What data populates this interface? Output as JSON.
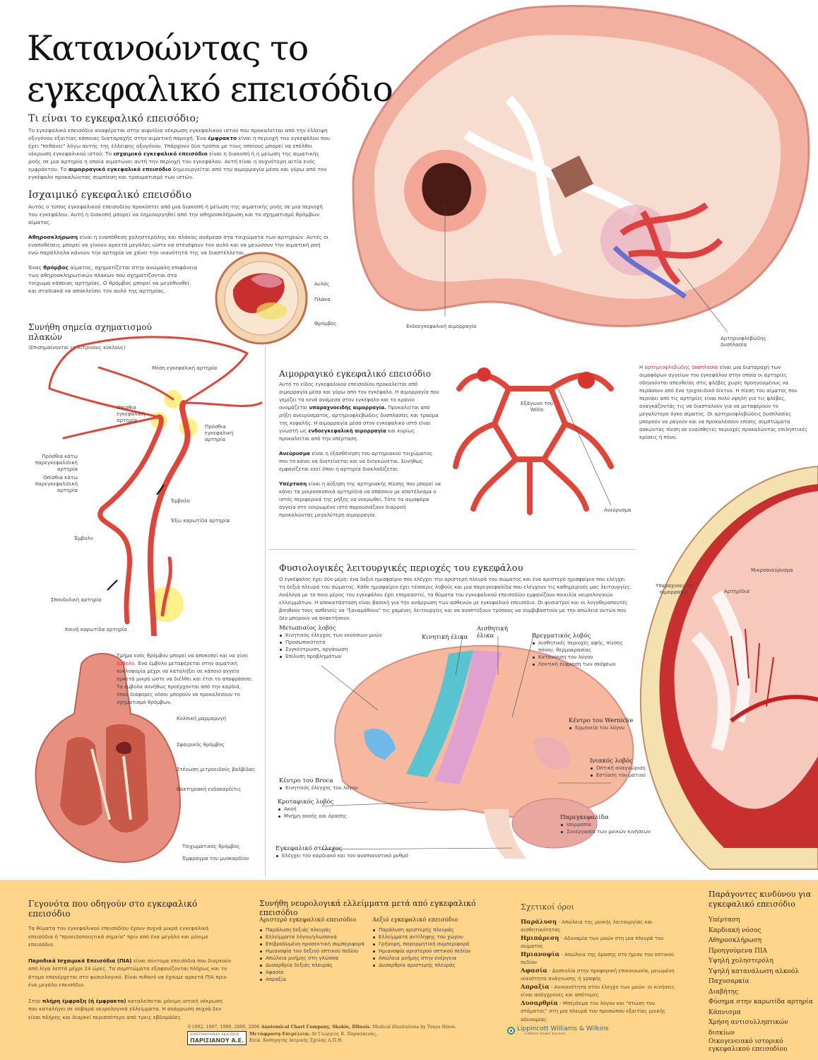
{
  "title": {
    "line1": "Κατανοώντας το",
    "line2": "εγκεφαλικό επεισόδιο"
  },
  "intro": {
    "heading": "Τι είναι το εγκεφαλικό επεισόδιο;",
    "text1": "Το εγκεφαλικό επεισόδιο αναφέρεται στην αιφνίδια νέκρωση εγκεφαλικού ιστού που προκαλείται από την έλλειψη οξυγόνου εξαιτίας κάποιας διαταραχής στην αιματική παροχή. Ένα ",
    "b1": "έμφρακτο",
    "text2": " είναι η περιοχή του εγκεφάλου που έχει \"πεθάνει\" λόγω αυτής της έλλειψης οξυγόνου. Υπάρχουν δύο τρόποι με τους οποίους μπορεί να επέλθει νέκρωση εγκεφαλικού ιστού. Το ",
    "b2": "ισχαιμικό εγκεφαλικό επεισόδιο",
    "text3": " είναι η διακοπή ή η μείωση της αιματικής ροής σε μια αρτηρία η οποία αιματώνει αυτή την περιοχή του εγκεφάλου. Αυτή είναι η συχνότερη αιτία ενός εμφράκτου. Το ",
    "b3": "αιμορραγικό εγκεφαλικό επεισόδιο",
    "text4": " δημιουργείται από την αιμορραγία μέσα και γύρω από τον εγκέφαλο προκαλώντας συμπίεση και τραυματισμό των ιστών."
  },
  "ischemic": {
    "heading": "Ισχαιμικό εγκεφαλικό επεισόδιο",
    "p1": "Αυτός ο τύπος εγκεφαλικού επεισοδίου προκύπτει από μια διακοπή ή μείωση της αιματικής ροής σε μια περιοχή του εγκεφάλου. Αυτή η διακοπή μπορεί να δημιουργηθεί από την αθηροσκλήρωση και το σχηματισμό θρόμβων αίματος.",
    "p2b": "Αθηροσκλήρωση",
    "p2": " είναι η εναπόθεση χοληστερόλης και πλάκας ανάμεσα στα τοιχώματα των αρτηριών. Αυτές οι εναποθέσεις μπορεί να γίνουν αρκετά μεγάλες ώστε να στενέψουν τον αυλό και να μειώσουν την αιματική ροή ενώ παράλληλα κάνουν την αρτηρία να χάνει την ικανότητά της να διαστέλλεται.",
    "p3a": "Ένας ",
    "p3b": "θρόμβος",
    "p3": " αίματος, σχηματίζεται στην ανώμαλη επιφάνεια των αθηροσκληρωτικών πλακών που σχηματίζονται στα τοίχωμα κάποιας αρτηρίας. Ο θρόμβος μπορεί να μεγεθυνθεί και σταδιακά να αποκλείσει τον αυλό της αρτηρίας."
  },
  "artery_section": {
    "labels": [
      "Αυλός",
      "Πλάκα",
      "Θρόμβος"
    ]
  },
  "brain_section": {
    "labels": [
      "Ενδοεγκεφαλική αιμορραγία",
      "Αρτηριοφλεβώδης δυσπλασία"
    ]
  },
  "plaque_sites": {
    "heading": "Συνήθη σημεία σχηματισμού πλακών",
    "note": "(Επισημαίνονται με κίτρινους κύκλους)",
    "labels": [
      "Μέση εγκεφαλική αρτηρία",
      "Οπίσθια εγκεφαλική αρτηρία",
      "Πρόσθια εγκεφαλική αρτηρία",
      "Πρόσθια κάτω παρεγκεφαλιδική αρτηρία",
      "Οπίσθια κάτω παρεγκεφαλιδική αρτηρία",
      "Έμβολο",
      "Έξω καρωτίδα αρτηρία",
      "Έμβολο",
      "Σπονδυλική αρτηρία",
      "Κοινή καρωτίδα αρτηρία"
    ]
  },
  "hemorrhagic": {
    "heading": "Αιμορραγικό εγκεφαλικό επεισόδιο",
    "p1": "Αυτό το είδος εγκεφαλικού επεισοδίου προκαλείται από αιμορραγία μέσα και γύρω από τον εγκέφαλο. Η αιμορραγία που γεμίζει τα κενά ανάμεσα στον εγκέφαλο και το κρανίο ονομάζεται ",
    "b1": "υπαραχνοειδής αιμορραγία.",
    "p1b": " Προκαλείται από ρήξη ανευρύσματος, αρτηριοφλεβώδεις δυσπλασίες και τραύμα της κεφαλής. Η αιμορραγία μέσα στον εγκεφαλικό ιστό είναι γνωστή ως ",
    "b2": "ενδοεγκεφαλική αιμορραγία",
    "p1c": " και κυρίως προκαλείται από την υπέρταση.",
    "b3": "Ανεύρυσμα",
    "p2": " είναι η εξασθένηση του αρτηριακού τοιχώματος που το κάνει να διατείνεται και να διογκώνεται. Συνήθως εμφανίζεται εκεί όπου η αρτηρία διακλαδίζεται.",
    "b4": "Υπέρταση",
    "p3": " είναι η αύξηση της αρτηριακής πίεσης που μπορεί να κάνει τα μικροσκοπικά αρτηρίδια να σπάσουν με αποτέλεσμα ο ιστός περιφερικά της ρήξης να νεκρωθεί. Τότε τα αιμοφόρα αγγεία στο νεκρωμένο ιστό παρουσιάζουν διαρροή προκαλώντας μεγαλύτερη αιμορραγία."
  },
  "willis": {
    "labels": [
      "Εξάγωνο του Willis",
      "Ανεύρυσμα"
    ]
  },
  "avm": {
    "a": "Η ",
    "red": "αρτηριοφλεβώδης δυσπλασία",
    "text": " είναι μια διαταραχή των αιμοφόρων αγγείων του εγκεφάλου στην οποία οι αρτηρίες οδηγούνται απευθείας στις φλέβες χωρίς προηγουμένως να περάσουν από ένα τριχοειδικό δίκτυο. Η πίεση του αίματος που περνάει από τις αρτηρίες είναι πολύ υψηλή για τις φλέβες, αναγκάζοντάς τις να διασταλούν για να μεταφέρουν το μεγαλύτερο όγκο αίματος. Οι αρτηριοφλεβώδεις δυσπλασίες μπορούν να ραγούν και να προκαλέσουν επίσης συμπτώματα ασκώντας πίεση σε ευαίσθητες περιοχές προκαλώντας επιληπτικές κρίσεις ή πόνο."
  },
  "coronal": {
    "labels": [
      "Μικροανεύρυσμα",
      "Αρτηρίδια",
      "Υπαραχνοειδής αιμορραγία"
    ]
  },
  "functional": {
    "heading": "Φυσιολογικές λειτουργικές περιοχές του εγκεφάλου",
    "text": "Ο εγκέφαλος έχει δύο μέρη: ένα δεξιό ημισφαίριο που ελέγχει την αριστερή πλευρά του σώματος και ένα αριστερό ημισφαίριο που ελέγχει τη δεξιά πλευρά του σώματος. Κάθε ημισφαίριο έχει τέσσερις λοβούς και μια παρεγκεφαλίδα που ελέγχουν τις καθημερινές μας λειτουργίες. Ανάλογα με το ποιο μέρος του εγκεφάλου έχει επηρεαστεί, τα θύματα του εγκεφαλικού επεισοδίου εμφανίζουν ποικιλία νευρολογικών ελλειμμάτων. Η αποκατάσταση είναι βασική για την ανάρρωση των ασθενών με εγκεφαλικό επεισόδιο. Οι φυσιατροί και οι λογοθεραπευτές βοηθούν τους ασθενείς να \"ξαναμάθουν\" τις χαμένες λειτουργίες και να αναπτύξουν τρόπους να συμβιβαστούν με την απώλεια αυτών που δεν μπορούν να ανακτήσουν.",
    "frontal": {
      "title": "Μετωπιαίος λοβός",
      "items": [
        "Κινητικός έλεγχος των εκούσιων μυών",
        "Προσωπικότητα",
        "Συγκέντρωση, οργάνωση",
        "Επίλυση προβλημάτων"
      ]
    },
    "motor": "Κινητική έλικα",
    "sensory": "Αισθητική έλικα",
    "parietal": {
      "title": "Βρεγματικός λοβός",
      "items": [
        "Αισθητικές περιοχές αφής, πίεσης πόνου, θερμοκρασίας",
        "Κατανόηση του λόγου",
        "Λεκτική έκφραση των σκέψεων"
      ]
    },
    "wernicke": {
      "title": "Κέντρο του Wernicke",
      "items": [
        "Ερμηνεία του λόγου"
      ]
    },
    "occipital": {
      "title": "Ινιακός λοβός",
      "items": [
        "Οπτική αναγνώριση",
        "Εστίαση του ματιού"
      ]
    },
    "broca": {
      "title": "Κέντρο του Broca",
      "items": [
        "Κινητικός έλεγχος του λόγου"
      ]
    },
    "temporal": {
      "title": "Κροταφικός λοβός",
      "items": [
        "Ακοή",
        "Μνήμη ακοής και όρασης"
      ]
    },
    "cerebellum": {
      "title": "Παρεγκεφαλίδα",
      "items": [
        "Ισορροπία",
        "Συνεργασία των μυικών κινήσεων"
      ]
    },
    "brainstem": {
      "title": "Εγκεφαλικό στέλεχος",
      "items": [
        "Ελέγχει τον καρδιακό και τον αναπνευστικό ρυθμό"
      ]
    }
  },
  "heart": {
    "text1": "Τμήμα ενός θρόμβου μπορεί να αποκοπεί και να γίνει ",
    "red": "έμβολο.",
    "text2": " Ένα έμβολο μεταφέρεται στην αιματική κυκλοφορία μέχρι να καταλήξει σε κάποιο αγγείο αρκετά μικρό ώστε να διέλθει και έτσι το αποφράσσει. Τα έμβολα συνήθως προέρχονται από την καρδιά, όπου διάφορες νόσοι μπορούν να προκαλέσουν το σχηματισμό θρόμβων.",
    "labels": [
      "Κολπική μαρμαρυγή",
      "Σφαιρικός θρόμβος",
      "Στένωση μιτροειδούς βαλβίδας",
      "Βακτηριακή ενδοκαρδίτις",
      "Τοιχωματικός θρόμβος",
      "Έμφραγμα του μυοκαρδίου"
    ]
  },
  "facts": {
    "heading": "Γεγονότα που οδηγούν στο εγκεφαλικό επεισόδιο",
    "p1": "Τα θύματα του εγκεφαλικού επεισοδίου έχουν συχνά μικρά εγκεφαλικά επεισόδια ή \"προειδοποιητικά σημεία\" πριν από ένα μεγάλο και μόνιμο επεισόδιο.",
    "b2": "Παροδικά Ισχαιμικά Επεισόδια (ΠΙΑ)",
    "p2": " είναι σύντομα επεισόδια που διαρκούν από λίγα λεπτά μέχρι 24 ώρες. Τα συμπτώματα εξαφανίζονται πλήρως και το άτομο επανέρχεται στο φυσιολογικό. Είναι πιθανό να έχουμε αρκετά ΠΙΑ πριν ένα μεγάλο επεισόδιο.",
    "a3": "Στην ",
    "b3": "πλήρη έμφραξη (ή έμφρακτο)",
    "p3": " καταλείπεται μόνιμη ιστική νέκρωση που καταλήγει σε σοβαρά νευρολογικά ελλείμματα. Η ανάρρωση συχνά δεν είναι πλήρης και διαρκεί περισσότερο από τρεις εβδομάδες."
  },
  "deficits": {
    "heading": "Συνήθη νευρολογικά ελλείμματα μετά από εγκεφαλικό επεισόδιο",
    "left": {
      "title": "Αριστερό εγκεφαλικό επεισόδιο",
      "items": [
        "Παράλυση δεξιάς πλευράς",
        "Ελλείμματα λόγου/γλωσσικά",
        "Επιβραδυμένη προσεκτική συμπεριφορά",
        "Ημιανοψία του δεξιού οπτικού πεδίου",
        "Απώλεια μνήμης στη γλώσσα",
        "Δυσαρθρία δεξιάς πλευράς",
        "Αφασία",
        "Απραξία"
      ]
    },
    "right": {
      "title": "Δεξιό εγκεφαλικό επεισόδιο",
      "items": [
        "Παράλυση αριστερής πλευράς",
        "Ελλείμματα αντίληψης του χώρου",
        "Γρήγορη, παρορμητική συμπεριφορά",
        "Ημιανοψία αριστερού οπτικού πεδίου",
        "Απώλεια μνήμης στην ενέργεια",
        "Δυσαρθρία αριστερής πλευράς"
      ]
    }
  },
  "terms": {
    "heading": "Σχετικοί όροι",
    "items": [
      {
        "term": "Παράλυση",
        "def": " - Απώλεια της μυικής λειτουργίας και αισθητικότητας"
      },
      {
        "term": "Ημιπάρεση",
        "def": " - Αδυναμία των μυών στη μια πλευρά του σώματος"
      },
      {
        "term": "Ημιανοψία",
        "def": " - Απώλεια της όρασης στο ήμισυ του οπτικού πεδίου"
      },
      {
        "term": "Αφασία",
        "def": " - Δυσκολία στην προφορική επικοινωνία, μειωμένη ικανότητα ανάγνωσης ή γραφής"
      },
      {
        "term": "Απραξία",
        "def": " - Ανικανότητα στον έλεγχο των μυών· οι κινήσεις είναι ασύγχρονες και απότομες"
      },
      {
        "term": "Δυσαρθρία",
        "def": " - Μπέρδεμα του λόγου και \"πτώση του στόματος\" στη μια πλευρά του προσώπου εξαιτίας μυικής αδυναμίας"
      }
    ]
  },
  "risk": {
    "heading": "Παράγοντες κινδύνου για εγκεφαλικό επεισόδιο",
    "items": [
      "Υπέρταση",
      "Καρδιακή νόσος",
      "Αθηροσκλήρωση",
      "Προηγούμενα ΠΙΑ",
      "Υψηλή χοληστερόλη",
      "Υψηλή κατανάλωση αλκοόλ",
      "Παχυσαρκία",
      "Διαβήτης",
      "Φύσημα στην καρωτίδα αρτηρία",
      "Κάπνισμα",
      "Χρήση αντισυλληπτικών δισκίων",
      "Οικογενειακό ιστορικό εγκεφαλικού επεισοδίου"
    ]
  },
  "footer": {
    "copyright_a": "©1992, 1997, 1999, 2000, 2006 ",
    "copyright_b": "Anatomical Chart Company, Skokie, Illinois.",
    "copyright_c": " Medical illustrations by Tonya Hines.",
    "publisher_top": "ΕΠΙΣΤΗΜΟΝΙΚΕΣ ΕΚΔΟΣΕΙΣ",
    "publisher_name": "ΠΑΡΙΣΙΑΝΟΥ Α.Ε.",
    "translation_label": "Μετάφραση-Επιμέλεια:",
    "translator": " Δr Γεώργιος Κ. Παρασκευάς,",
    "translator_title": "Επικ. Καθηγητής Ιατρικής Σχολής Α.Π.Θ.",
    "lww": "Lippincott Williams & Wilkins",
    "lww_sub": "a Wolters Kluwer business"
  },
  "colors": {
    "band": "#ffd58c",
    "red": "#e0304a",
    "artery": "#e0453a"
  }
}
